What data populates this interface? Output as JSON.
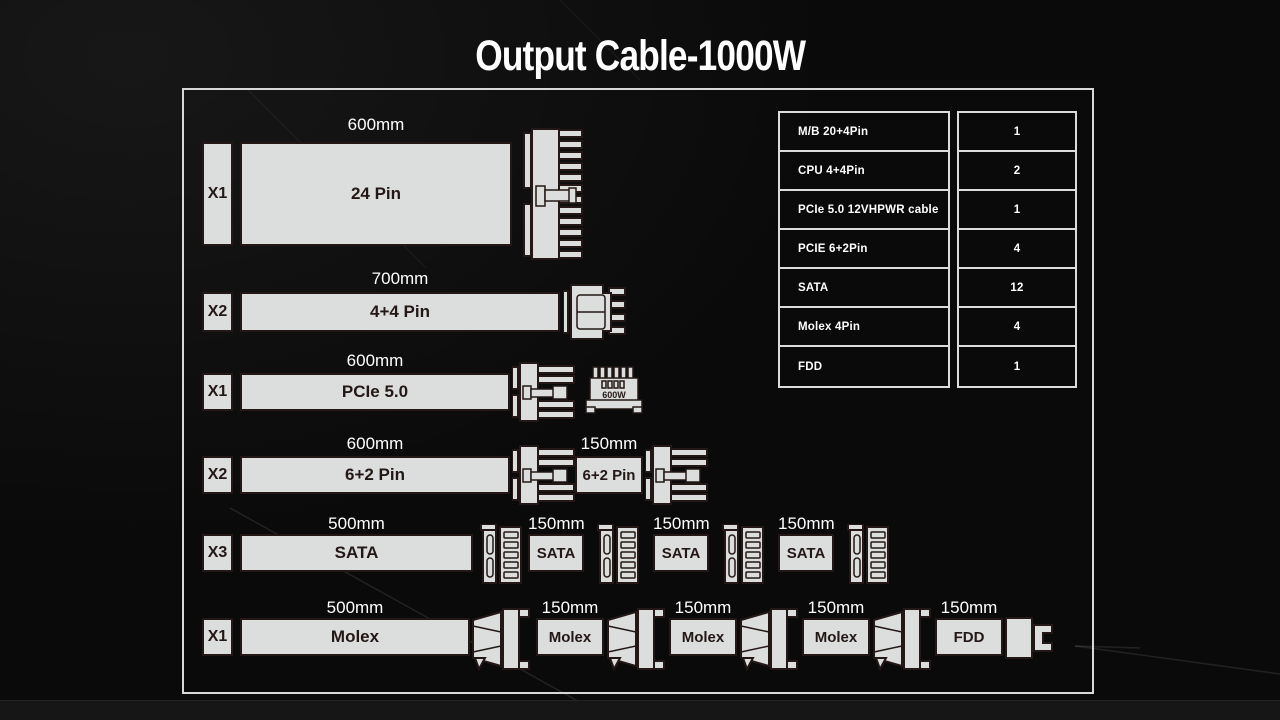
{
  "title": "Output Cable-1000W",
  "colors": {
    "background": "#0a0a0a",
    "panel_border": "#d8d8d8",
    "cable_fill": "#dcdddd",
    "line_dark": "#231815",
    "text_light": "#ffffff"
  },
  "cables": [
    {
      "count": "X1",
      "length": "600mm",
      "label": "24 Pin",
      "connector": "atx-24pin"
    },
    {
      "count": "X2",
      "length": "700mm",
      "label": "4+4 Pin",
      "connector": "cpu-4plus4pin"
    },
    {
      "count": "X1",
      "length": "600mm",
      "label": "PCIe 5.0",
      "connector": "12vhpwr",
      "badge": "600W"
    },
    {
      "count": "X2",
      "length": "600mm",
      "label": "6+2 Pin",
      "connector": "pcie-6plus2pin",
      "segments": [
        {
          "length": "150mm",
          "label": "6+2 Pin",
          "connector": "pcie-6plus2pin"
        }
      ]
    },
    {
      "count": "X3",
      "length": "500mm",
      "label": "SATA",
      "connector": "sata",
      "segments": [
        {
          "length": "150mm",
          "label": "SATA",
          "connector": "sata"
        },
        {
          "length": "150mm",
          "label": "SATA",
          "connector": "sata"
        },
        {
          "length": "150mm",
          "label": "SATA",
          "connector": "sata"
        }
      ]
    },
    {
      "count": "X1",
      "length": "500mm",
      "label": "Molex",
      "connector": "molex",
      "segments": [
        {
          "length": "150mm",
          "label": "Molex",
          "connector": "molex"
        },
        {
          "length": "150mm",
          "label": "Molex",
          "connector": "molex"
        },
        {
          "length": "150mm",
          "label": "Molex",
          "connector": "molex"
        },
        {
          "length": "150mm",
          "label": "FDD",
          "connector": "fdd"
        }
      ]
    }
  ],
  "table": {
    "rows": [
      {
        "name": "M/B 20+4Pin",
        "qty": "1"
      },
      {
        "name": "CPU 4+4Pin",
        "qty": "2"
      },
      {
        "name": "PCIe 5.0 12VHPWR cable",
        "qty": "1"
      },
      {
        "name": "PCIE 6+2Pin",
        "qty": "4"
      },
      {
        "name": "SATA",
        "qty": "12"
      },
      {
        "name": "Molex 4Pin",
        "qty": "4"
      },
      {
        "name": "FDD",
        "qty": "1"
      }
    ]
  }
}
